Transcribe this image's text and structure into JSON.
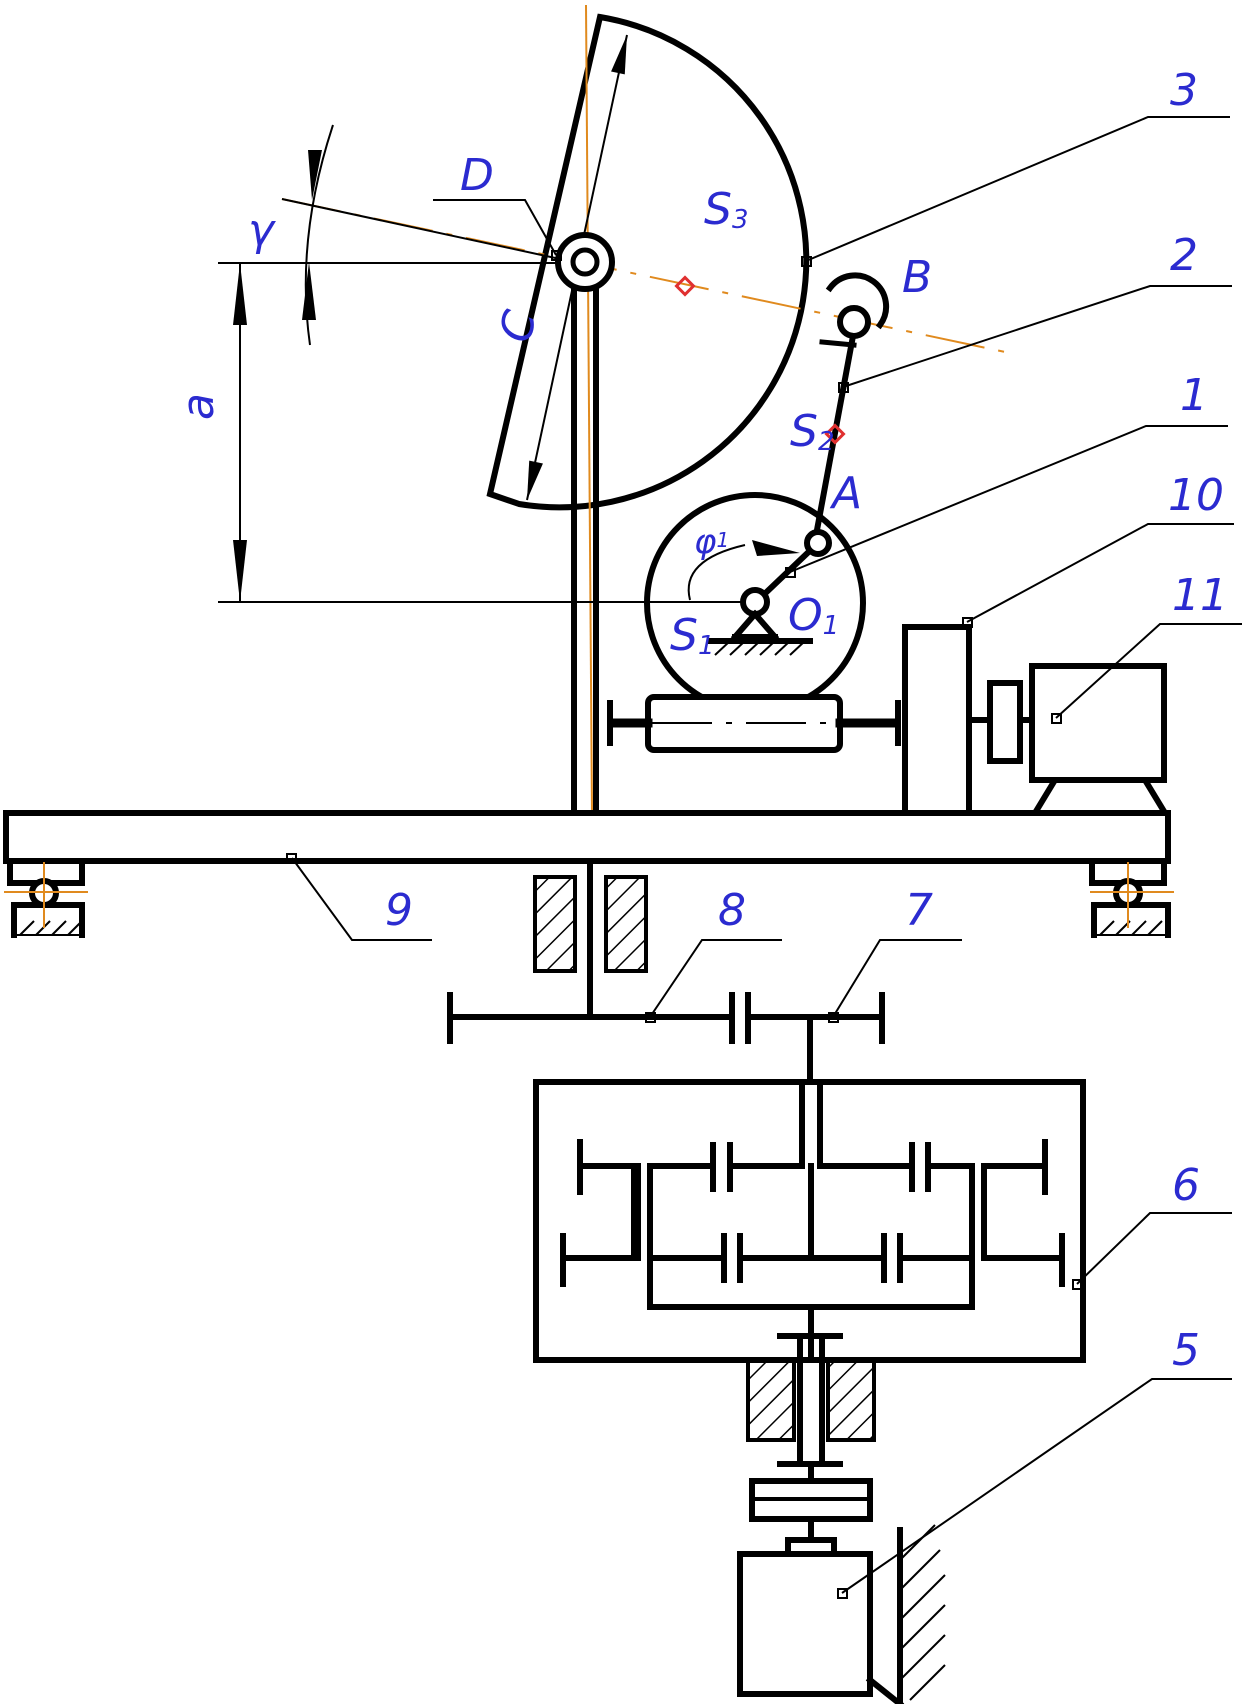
{
  "colors": {
    "line": "#000000",
    "label": "#2B2BD0",
    "axis": "#E08A1E",
    "marker": "#E03030"
  },
  "labels": {
    "n1": "1",
    "n2": "2",
    "n3": "3",
    "n5": "5",
    "n6": "6",
    "n7": "7",
    "n8": "8",
    "n9": "9",
    "n10": "10",
    "n11": "11",
    "D": "D",
    "B": "B",
    "A": "A",
    "C": "C",
    "a": "a",
    "gamma": "γ",
    "S3": "S",
    "S3_sub": "3",
    "S2": "S",
    "S2_sub": "2",
    "S1": "S",
    "S1_sub": "1",
    "O1": "O",
    "O1_sub": "1",
    "phi1": "φ",
    "phi1_sub": "1"
  }
}
